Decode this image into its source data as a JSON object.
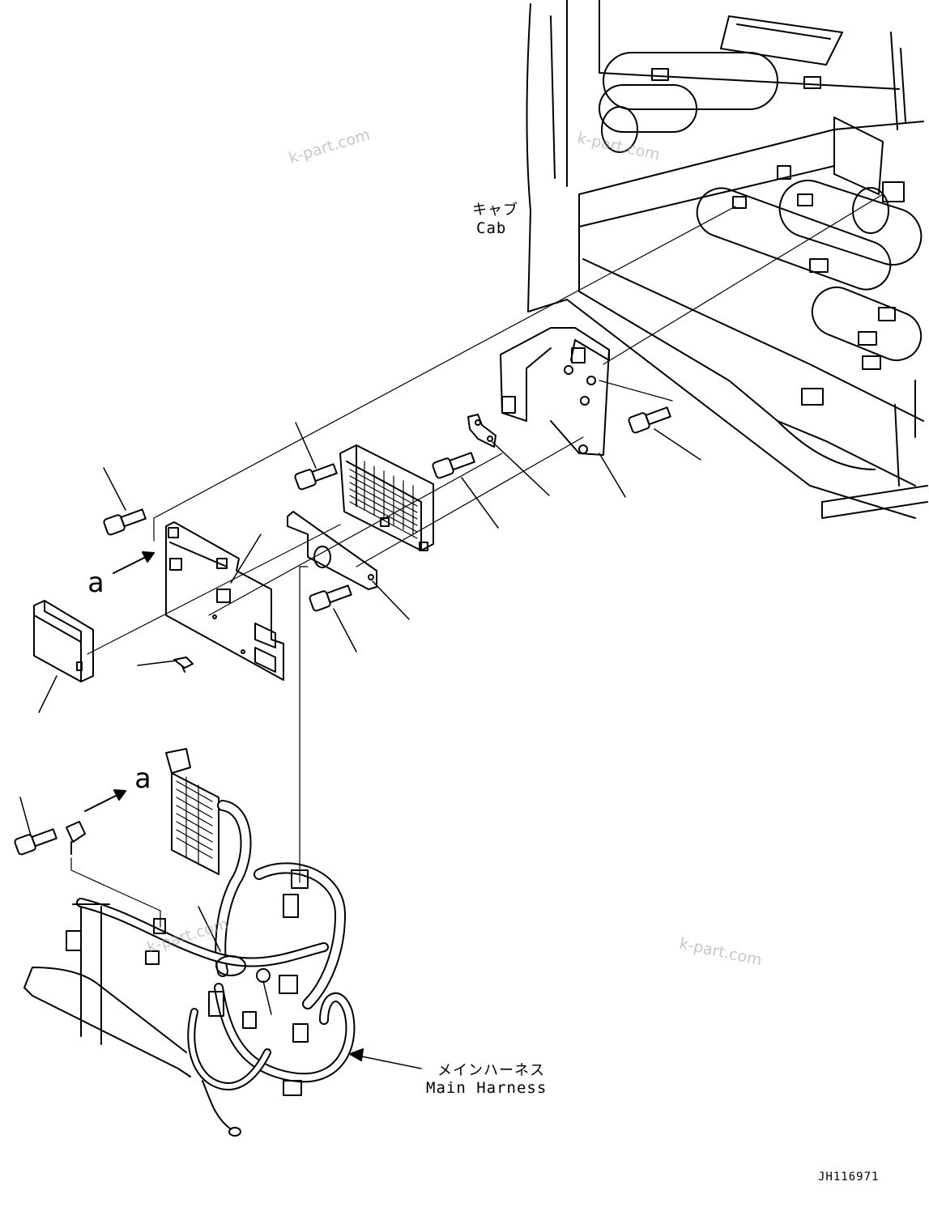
{
  "labels": {
    "cab_jp": "キャブ",
    "cab_en": "Cab",
    "harness_jp": "メインハーネス",
    "harness_en": "Main Harness",
    "view_a": "a",
    "drawing_no": "JH116971"
  },
  "watermarks": [
    "k-part.com",
    "k-part.com",
    "k-part.com",
    "k-part.com"
  ]
}
